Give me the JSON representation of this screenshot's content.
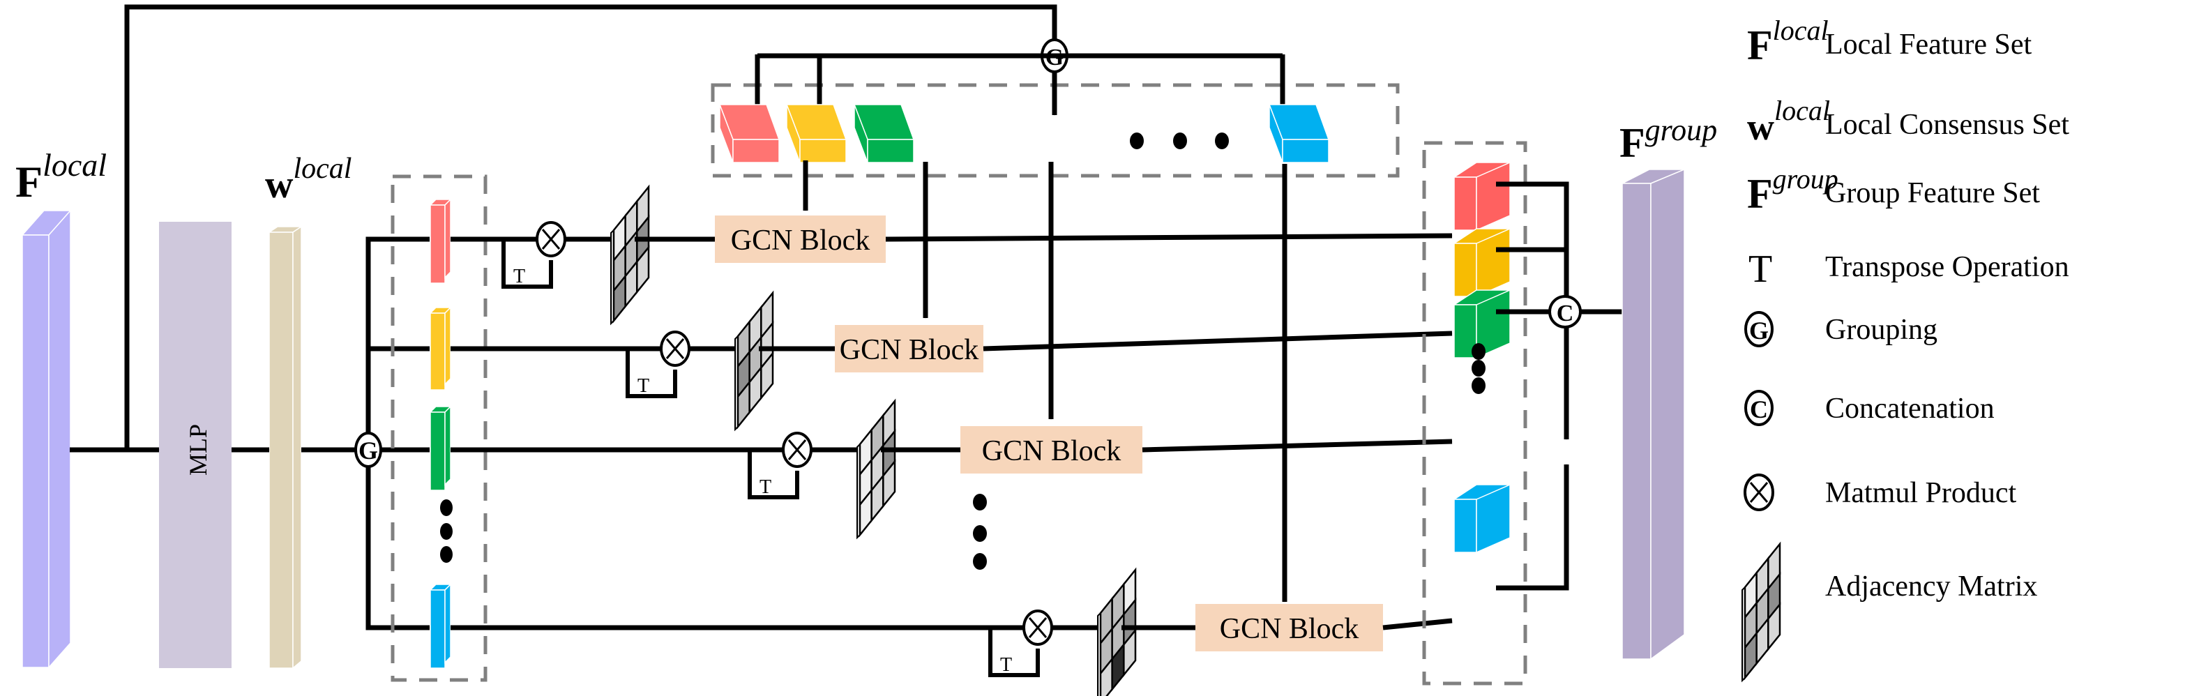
{
  "inputs": {
    "f_local": {
      "base": "F",
      "sup": "local"
    },
    "w_local": {
      "base": "w",
      "sup": "local"
    },
    "f_group": {
      "base": "F",
      "sup": "group"
    },
    "mlp_label": "MLP"
  },
  "operators": {
    "grouping": "G",
    "concat": "C",
    "transpose": "T"
  },
  "gcn_label": "GCN Block",
  "colors": {
    "f_local": "#b8b2f8",
    "mlp": "#cfc8dc",
    "w_local": "#dfd4b8",
    "red": "#ff7472",
    "yellow": "#fdc826",
    "green": "#02b050",
    "blue": "#01b0f0",
    "out_red": "#ff6160",
    "out_yellow": "#f7bc02",
    "f_group": "#b4a9cc",
    "gcn": "#f7d6bb",
    "dash": "#808080"
  },
  "legend": [
    {
      "symbol_base": "F",
      "symbol_sup": "local",
      "text": "Local Feature Set"
    },
    {
      "symbol_base": "w",
      "symbol_sup": "local",
      "text": "Local Consensus Set"
    },
    {
      "symbol_base": "F",
      "symbol_sup": "group",
      "text": "Group Feature Set"
    },
    {
      "symbol_base": "T",
      "symbol_sup": "",
      "text": "Transpose Operation"
    },
    {
      "symbol_base": "G",
      "symbol_sup": "",
      "text": "Grouping"
    },
    {
      "symbol_base": "C",
      "symbol_sup": "",
      "text": "Concatenation"
    },
    {
      "symbol_base": "⊗",
      "symbol_sup": "",
      "text": "Matmul Product"
    },
    {
      "symbol_base": "",
      "symbol_sup": "",
      "text": "Adjacency Matrix"
    }
  ]
}
